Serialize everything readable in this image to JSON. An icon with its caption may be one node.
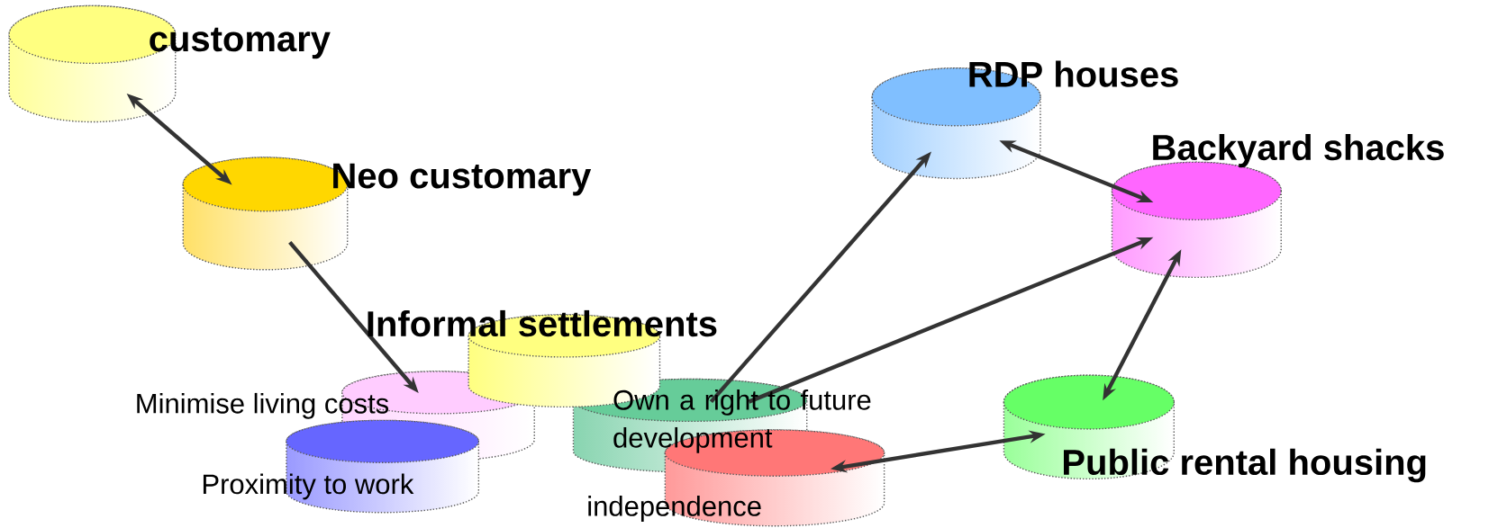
{
  "diagram": {
    "nodes": [
      {
        "text": [
          "customary"
        ]
      },
      {
        "text": [
          "Neo customary"
        ]
      },
      {
        "text": [
          "Informal settlements"
        ]
      },
      {
        "text": [
          "Minimise living costs"
        ]
      },
      {
        "text": [
          "Proximity to work"
        ]
      },
      {
        "text": [
          "Own a right to future development"
        ]
      },
      {
        "text": [
          "independence"
        ]
      },
      {
        "text": [
          "RDP houses"
        ]
      },
      {
        "text": [
          "Backyard shacks"
        ]
      },
      {
        "text": [
          "Public rental housing"
        ]
      }
    ],
    "edges": [
      {
        "from": 0,
        "to": 1,
        "arrow": "both"
      },
      {
        "from": 1,
        "to": 3,
        "arrow": "to"
      },
      {
        "from": 5,
        "to": 7,
        "arrow": "to"
      },
      {
        "from": 5,
        "to": 8,
        "arrow": "to"
      },
      {
        "from": 7,
        "to": 8,
        "arrow": "both"
      },
      {
        "from": 8,
        "to": 9,
        "arrow": "both"
      },
      {
        "from": 9,
        "to": 6,
        "arrow": "both"
      }
    ]
  }
}
